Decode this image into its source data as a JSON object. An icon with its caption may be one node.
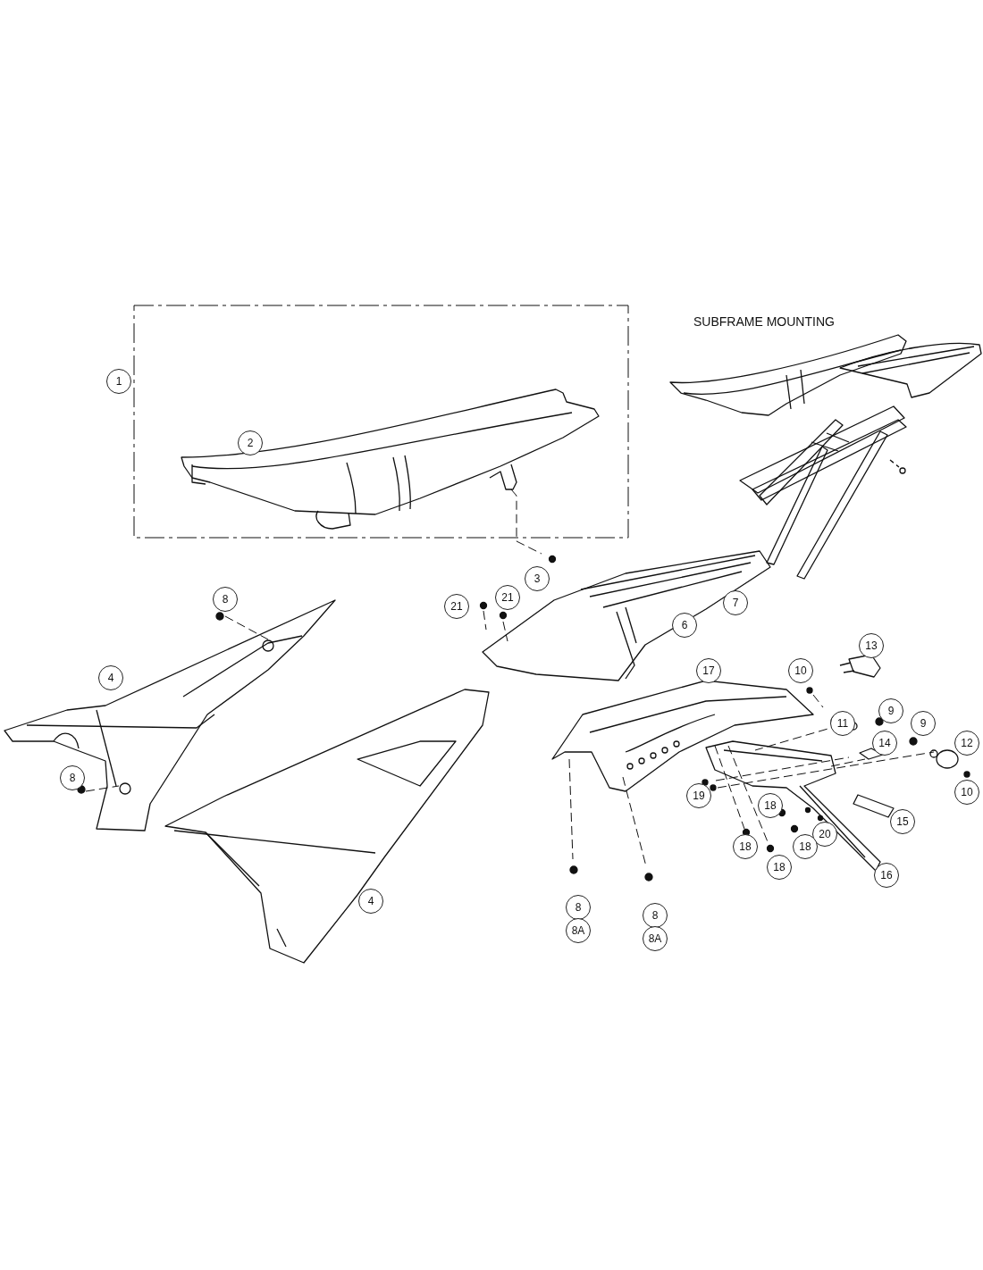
{
  "diagram": {
    "labels": [
      "SUBFRAME MOUNTING",
      "1",
      "2",
      "3",
      "8",
      "21",
      "21",
      "7",
      "6",
      "13",
      "17",
      "10",
      "4",
      "9",
      "9",
      "11",
      "12",
      "14",
      "8",
      "10",
      "19",
      "18",
      "15",
      "20",
      "18",
      "18",
      "18",
      "16",
      "4",
      "8",
      "8",
      "8A",
      "8A"
    ]
  }
}
